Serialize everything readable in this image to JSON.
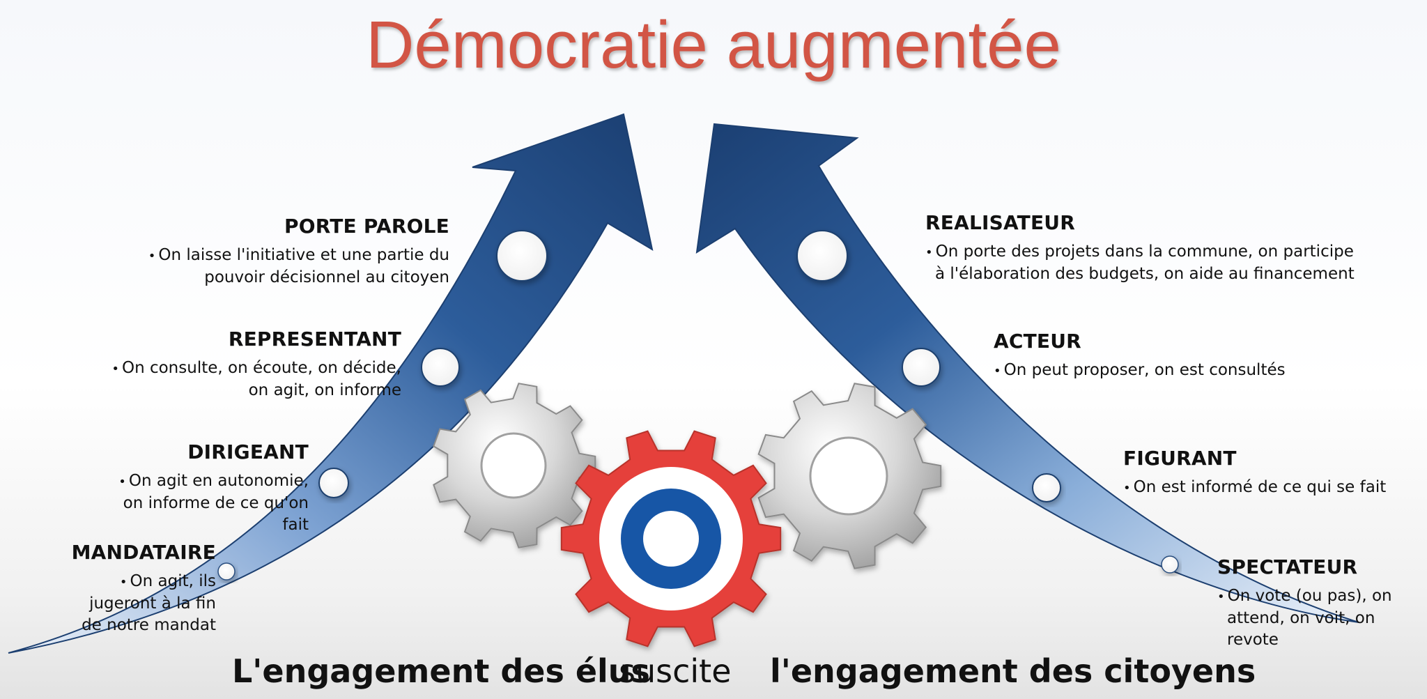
{
  "title": "Démocratie augmentée",
  "colors": {
    "title": "#d25545",
    "arrow_dark": "#1e477a",
    "arrow_light": "#dde8f5",
    "gear_red": "#e5413a",
    "gear_blue": "#1756a6",
    "gear_silver": "#c9c9c9"
  },
  "left_stages": [
    {
      "name": "PORTE PAROLE",
      "desc": "On laisse l'initiative et une partie du pouvoir décisionnel au citoyen"
    },
    {
      "name": "REPRESENTANT",
      "desc": "On consulte, on écoute, on décide, on agit, on informe"
    },
    {
      "name": "DIRIGEANT",
      "desc": "On agit en autonomie, on informe de ce qu'on fait"
    },
    {
      "name": "MANDATAIRE",
      "desc": "On agit, ils jugeront à la fin de notre mandat"
    }
  ],
  "right_stages": [
    {
      "name": "REALISATEUR",
      "desc": "On porte des projets dans la commune, on participe à l'élaboration des budgets, on aide au financement"
    },
    {
      "name": "ACTEUR",
      "desc": "On peut proposer, on est consultés"
    },
    {
      "name": "FIGURANT",
      "desc": "On est informé de ce qui se fait"
    },
    {
      "name": "SPECTATEUR",
      "desc": "On vote (ou pas), on attend, on voit, on revote"
    }
  ],
  "footer": {
    "left": "L'engagement des élus",
    "middle": "suscite",
    "right": "l'engagement des citoyens"
  },
  "bullet": "•"
}
